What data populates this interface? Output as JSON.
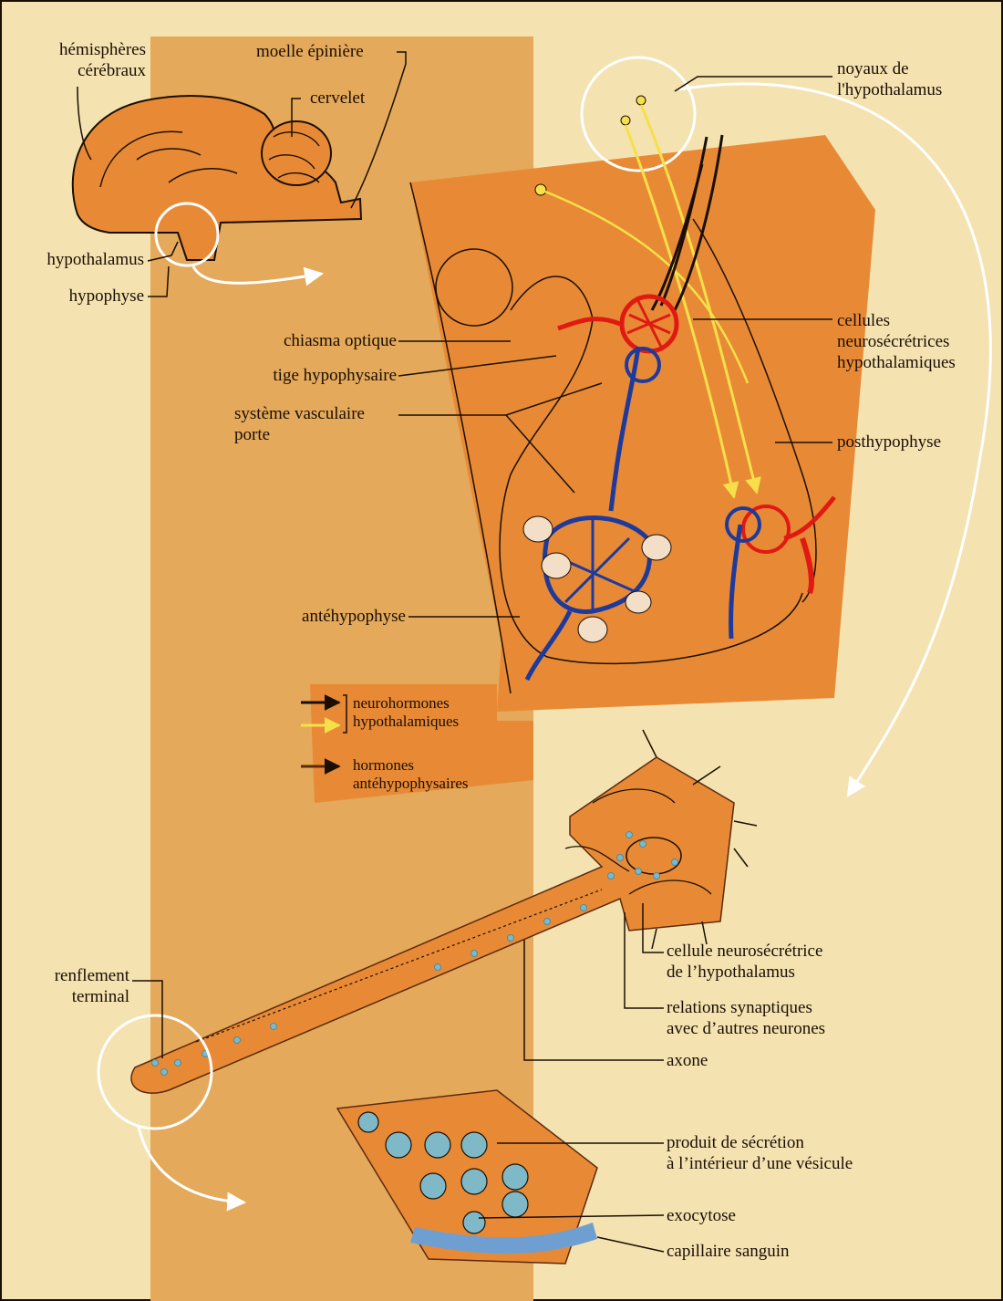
{
  "colors": {
    "background": "#f4e2b0",
    "band": "#e4a95a",
    "tissue": "#e88a35",
    "outline": "#1a0e05",
    "artery": "#e01a12",
    "vein": "#1e3a9c",
    "neurohormone": "#f5e04a",
    "vesicle": "#7fb9c8",
    "capillary": "#6f9fd0"
  },
  "icons": [
    "brain-sagittal",
    "magnifier-circle",
    "curved-arrow",
    "neuron",
    "vesicle"
  ],
  "labels": {
    "hemispheres_l1": "hémisphères",
    "hemispheres_l2": "cérébraux",
    "spinal_cord": "moelle épinière",
    "cerebellum": "cervelet",
    "hypothalamus": "hypothalamus",
    "pituitary": "hypophyse",
    "nuclei_l1": "noyaux de",
    "nuclei_l2": "l'hypothalamus",
    "optic_chiasm": "chiasma optique",
    "pituitary_stalk": "tige hypophysaire",
    "portal_l1": "système vasculaire",
    "portal_l2": "porte",
    "cells_l1": "cellules",
    "cells_l2": "neurosécrétrices",
    "cells_l3": "hypothalamiques",
    "posterior_pituitary": "posthypophyse",
    "anterior_pituitary": "antéhypophyse",
    "neurosecretory_cell_l1": "cellule neurosécrétrice",
    "neurosecretory_cell_l2": "de l’hypothalamus",
    "terminal_l1": "renflement",
    "terminal_l2": "terminal",
    "synaptic_l1": "relations synaptiques",
    "synaptic_l2": "avec d’autres neurones",
    "axon": "axone",
    "secretion_l1": "produit de sécrétion",
    "secretion_l2": "à l’intérieur d’une vésicule",
    "exocytosis": "exocytose",
    "capillary": "capillaire sanguin"
  },
  "legend": {
    "neuro_l1": "neurohormones",
    "neuro_l2": "hypothalamiques",
    "ante_l1": "hormones",
    "ante_l2": "antéhypophysaires"
  }
}
